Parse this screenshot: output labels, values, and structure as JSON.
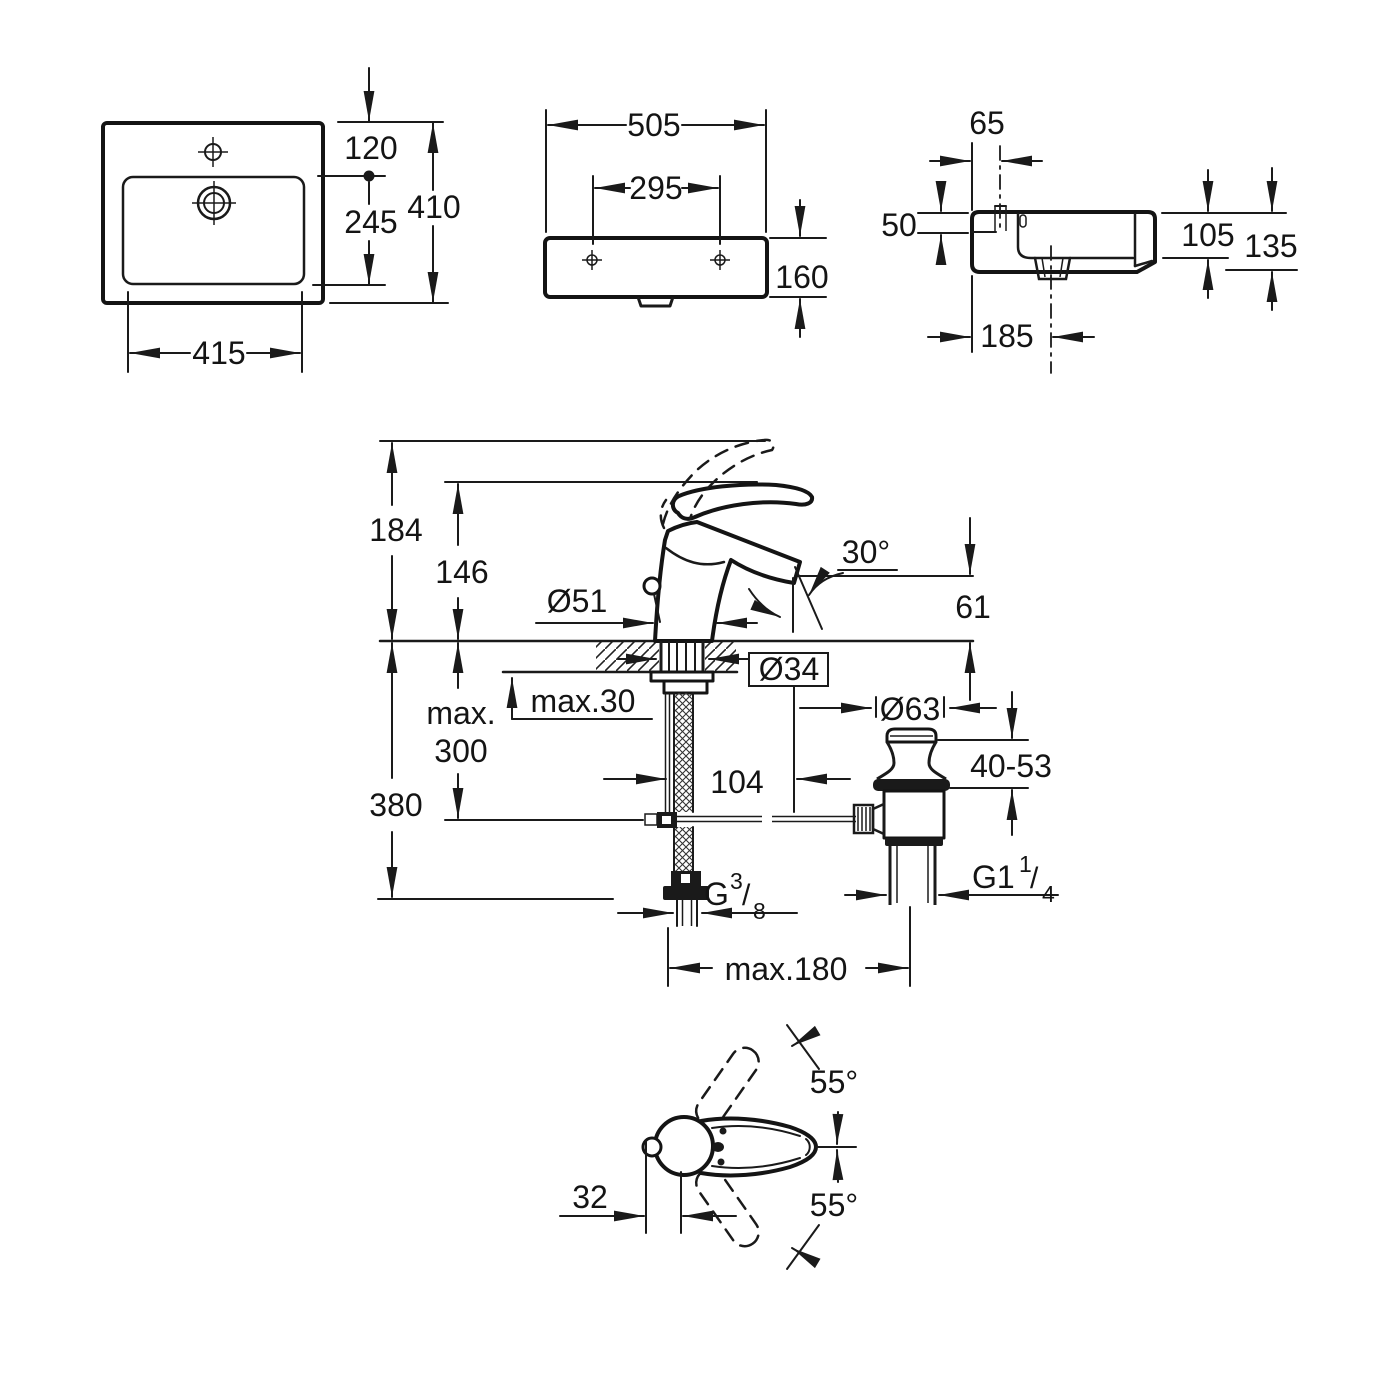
{
  "meta": {
    "background": "#ffffff",
    "ink": "#1a1a1a"
  },
  "views": {
    "basin_plan": {
      "name": "washbasin top view",
      "back_offset": "120",
      "drain_offset": "245",
      "depth": "410",
      "bowl_width": "415"
    },
    "basin_front": {
      "name": "washbasin front view",
      "width": "505",
      "hole_spacing": "295",
      "height": "160"
    },
    "basin_side": {
      "name": "washbasin side view",
      "tap_hole_offset": "65",
      "rim_drop": "50",
      "bowl_depth": "105",
      "body_height": "135",
      "drain_offset": "185"
    },
    "faucet_front": {
      "name": "faucet front view",
      "total_height": "184",
      "spout_height": "146",
      "base_dia": "Ø51",
      "spout_angle": "30°",
      "outlet_height": "61",
      "deck_max": "max.30",
      "shank_dia": "Ø34",
      "reach": "104",
      "waste_dia": "Ø63",
      "waste_range": "40-53",
      "depth_max_prefix": "max.",
      "depth_max_value": "300",
      "total_depth": "380",
      "supply_thread": {
        "main": "G",
        "sup": "3",
        "slash": "/",
        "sub": "8"
      },
      "waste_thread": {
        "main": "G1",
        "sup": "1",
        "slash": "/",
        "sub": "4"
      },
      "rod_reach": "max.180"
    },
    "faucet_top": {
      "name": "handle swing top view",
      "swing_up": "55°",
      "swing_down": "55°",
      "rod_offset": "32"
    }
  }
}
